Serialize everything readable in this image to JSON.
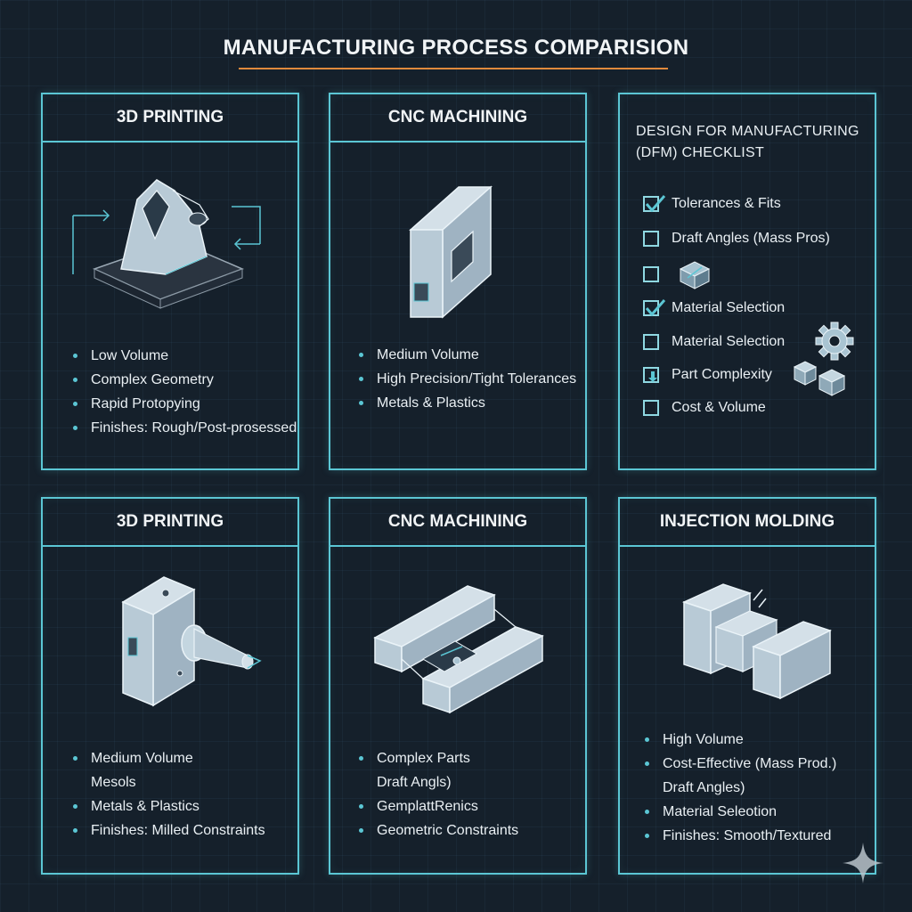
{
  "title": "MANUFACTURING PROCESS COMPARISION",
  "colors": {
    "accent": "#5bc6d4",
    "underline": "#e08a3c",
    "background": "#15202b"
  },
  "panels": [
    {
      "heading": "3D PRINTING",
      "illustration": "3d-printed-bracket-icon",
      "bullets": [
        "Low Volume",
        "Complex Geometry",
        "Rapid Protopying",
        "Finishes: Rough/Post-prosessed"
      ]
    },
    {
      "heading": "CNC MACHINING",
      "illustration": "machined-block-icon",
      "bullets": [
        "Medium Volume",
        "High Precision/Tight Tolerances",
        "Metals & Plastics"
      ]
    },
    {
      "heading": "3D PRINTING",
      "illustration": "shaft-housing-icon",
      "bullets": [
        "Medium Volume",
        "Mesols",
        "Metals & Plastics",
        "Finishes: Milled Constraints"
      ]
    },
    {
      "heading": "CNC MACHINING",
      "illustration": "machined-frame-icon",
      "bullets": [
        "Complex Parts",
        "Draft Angls)",
        "GemplattRenics",
        "Geometric Constraints"
      ]
    },
    {
      "heading": "INJECTION MOLDING",
      "illustration": "mold-halves-icon",
      "bullets": [
        "High Volume",
        "Cost-Effective (Mass Prod.)",
        "Draft Angles)",
        "Material Seleotion",
        "Finishes: Smooth/Textured"
      ]
    }
  ],
  "dfm": {
    "title_line1": "DESIGN FOR MANUFACTURING",
    "title_line2": "(DFM) CHECKLIST",
    "items": [
      {
        "label": "Tolerances & Fits",
        "checked": true
      },
      {
        "label": "Draft Angles (Mass Pros)",
        "checked": false
      },
      {
        "label": "",
        "checked": false,
        "icon": "cube-icon"
      },
      {
        "label": "Material Selection",
        "checked": true
      },
      {
        "label": "Material Selection",
        "checked": false,
        "icon": "gear-icon"
      },
      {
        "label": "Part Complexity",
        "checked": "partial",
        "icon": "blocks-icon"
      },
      {
        "label": "Cost & Volume",
        "checked": false
      }
    ]
  }
}
